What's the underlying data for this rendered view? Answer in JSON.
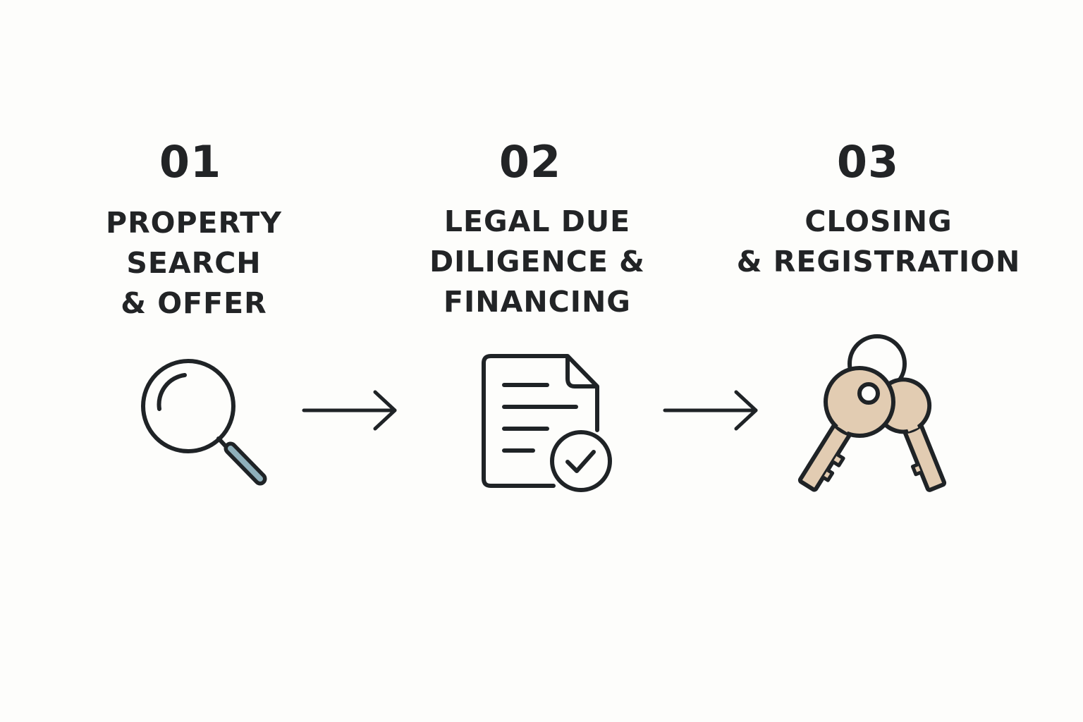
{
  "steps": [
    {
      "number": "01",
      "title_lines": [
        "PROPERTY",
        "SEARCH",
        "& OFFER"
      ],
      "icon": "magnifying-glass-icon"
    },
    {
      "number": "02",
      "title_lines": [
        "LEGAL DUE",
        "DILIGENCE &",
        "FINANCING"
      ],
      "icon": "document-check-icon"
    },
    {
      "number": "03",
      "title_lines": [
        "CLOSING",
        "& REGISTRATION"
      ],
      "icon": "keys-icon"
    }
  ],
  "connectors": [
    "arrow-right-icon",
    "arrow-right-icon"
  ],
  "colors": {
    "background": "#fdfdfb",
    "text": "#222426",
    "stroke": "#1f2326",
    "handle_fill": "#8fb0bb",
    "key_fill": "#e2ccb2"
  }
}
